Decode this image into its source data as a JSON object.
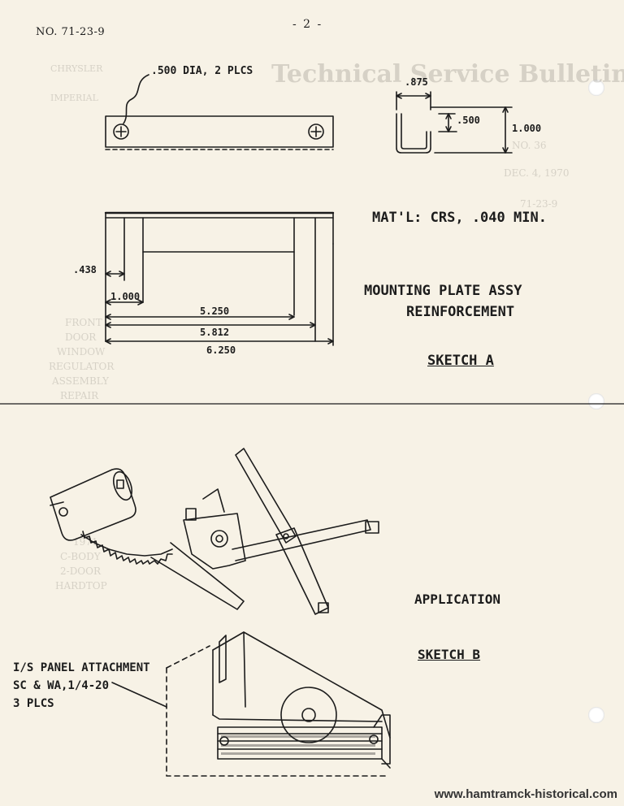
{
  "header": {
    "bulletin_no": "NO. 71-23-9",
    "page_no": "- 2 -"
  },
  "bleed_through": {
    "title": "Technical Service Bulletin",
    "side_labels": [
      "CHRYSLER",
      "IMPERIAL"
    ],
    "no": "NO. 36",
    "date": "DEC. 4, 1970",
    "ref": "71-23-9",
    "side_words": [
      "FRONT",
      "DOOR",
      "WINDOW",
      "REGULATOR",
      "ASSEMBLY",
      "REPAIR"
    ],
    "side_words2": [
      "1971",
      "C-BODY",
      "2-DOOR",
      "HARDTOP"
    ]
  },
  "sketch_a": {
    "callout_holes": ".500 DIA, 2 PLCS",
    "dim_875": ".875",
    "dim_500": ".500",
    "dim_1000_right": "1.000",
    "material": "MAT'L: CRS, .040 MIN.",
    "dim_438": ".438",
    "dim_1000": "1.000",
    "dim_5250": "5.250",
    "dim_5812": "5.812",
    "dim_6250": "6.250",
    "title_line1": "MOUNTING PLATE ASSY",
    "title_line2": "REINFORCEMENT",
    "label": "SKETCH A"
  },
  "sketch_b": {
    "application": "APPLICATION",
    "label": "SKETCH B",
    "note_line1": "I/S PANEL ATTACHMENT",
    "note_line2": "SC & WA,1/4-20",
    "note_line3": "3 PLCS"
  },
  "footer": {
    "url": "www.hamtramck-historical.com"
  }
}
